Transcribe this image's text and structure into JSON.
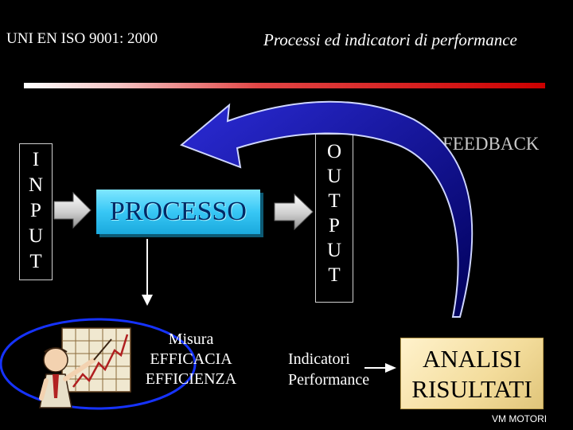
{
  "header": {
    "left_title": "UNI EN ISO 9001: 2000",
    "right_title": "Processi ed indicatori di performance"
  },
  "input": {
    "letters": [
      "I",
      "N",
      "P",
      "U",
      "T"
    ]
  },
  "process": {
    "label": "PROCESSO"
  },
  "output": {
    "letters": [
      "O",
      "U",
      "T",
      "P",
      "U",
      "T"
    ]
  },
  "feedback": {
    "label": "FEEDBACK"
  },
  "measure": {
    "lines": [
      "Misura",
      "EFFICACIA",
      "EFFICIENZA"
    ]
  },
  "indicators": {
    "lines": [
      "Indicatori",
      "Performance"
    ]
  },
  "analysis": {
    "lines": [
      "ANALISI",
      "RISULTATI"
    ]
  },
  "footer": {
    "text": "VM MOTORI"
  },
  "icons": [
    "arrow-right-icon",
    "arrow-down-icon",
    "feedback-arrow-icon",
    "presenter-chart-icon"
  ],
  "colors": {
    "title_bar": "#cc0000",
    "process_box": "#38c7f5",
    "feedback_arrow": "#0d0d8f",
    "analysis_box": "#f3dc9b",
    "ellipse": "#1633ff"
  }
}
